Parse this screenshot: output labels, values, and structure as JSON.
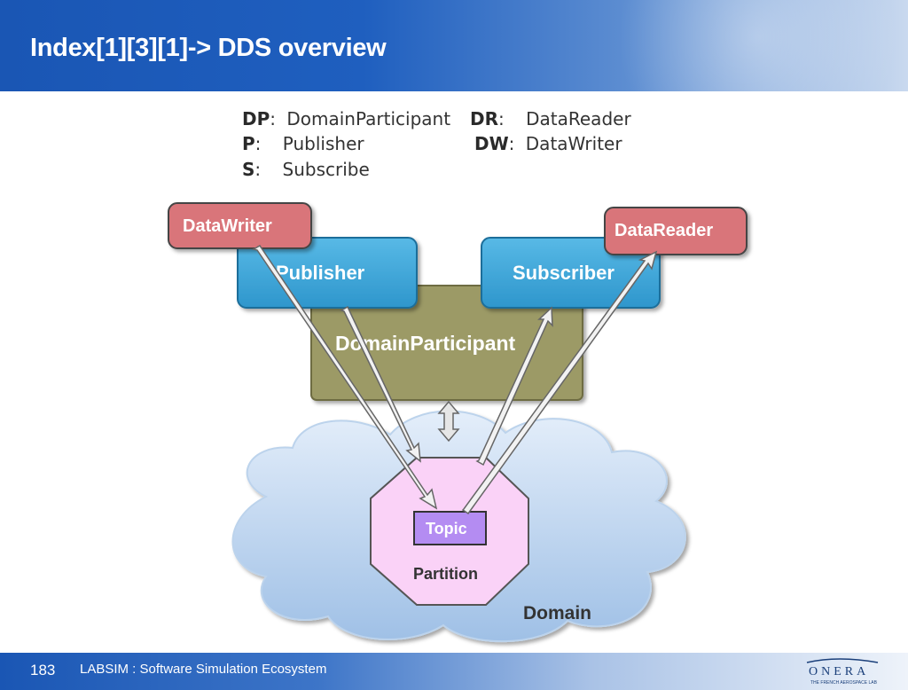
{
  "slide": {
    "title": "Index[1][3][1]-> DDS overview",
    "page_number": "183",
    "footer_text": "LABSIM : Software Simulation Ecosystem",
    "logo_name": "ONERA",
    "logo_tagline": "THE FRENCH AEROSPACE LAB"
  },
  "legend": [
    {
      "abbr": "DP",
      "sep": ":",
      "meaning": "DomainParticipant"
    },
    {
      "abbr": "P",
      "sep": ":",
      "meaning": "Publisher"
    },
    {
      "abbr": "S",
      "sep": ":",
      "meaning": "Subscribe"
    },
    {
      "abbr": "DR",
      "sep": ":",
      "meaning": "DataReader"
    },
    {
      "abbr": "DW",
      "sep": ":",
      "meaning": "DataWriter"
    }
  ],
  "diagram": {
    "data_writer": "DataWriter",
    "publisher": "Publisher",
    "domain_participant": "DomainParticipant",
    "subscriber": "Subscriber",
    "data_reader": "DataReader",
    "topic": "Topic",
    "partition": "Partition",
    "domain": "Domain"
  },
  "colors": {
    "header_blue": "#1a56b4",
    "writer_reader_fill": "#d9757a",
    "pub_sub_fill": "#3aa6d8",
    "participant_fill": "#9a9a66",
    "partition_fill": "#f9d4f6",
    "topic_fill": "#b38cf2",
    "domain_cloud": "#b7d2ee"
  }
}
